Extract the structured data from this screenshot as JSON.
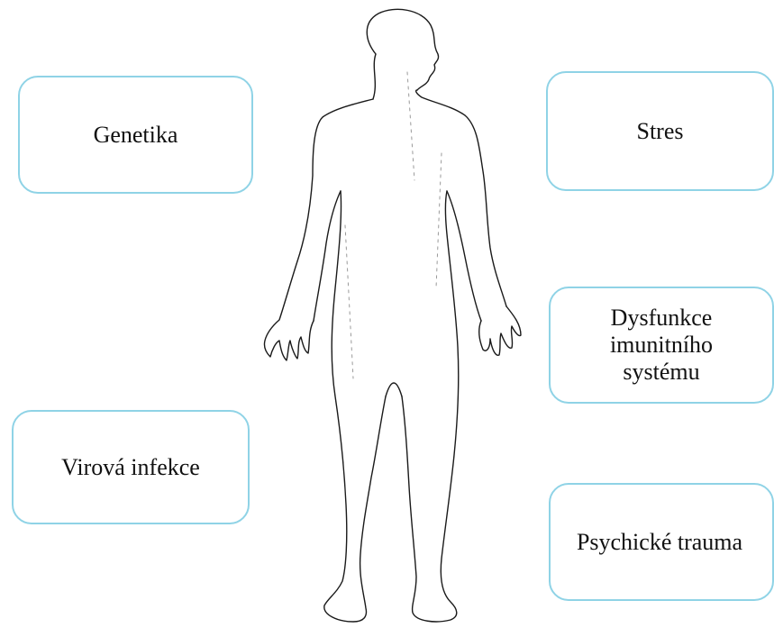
{
  "diagram": {
    "figure_icon": "human-body-outline",
    "box_border_color": "#8fd3e6",
    "boxes": {
      "genetika": "Genetika",
      "virova_infekce": "Virová infekce",
      "stres": "Stres",
      "dysfunkce": [
        "Dysfunkce",
        "imunitního",
        "systému"
      ],
      "psychicke_trauma": "Psychické trauma"
    }
  }
}
